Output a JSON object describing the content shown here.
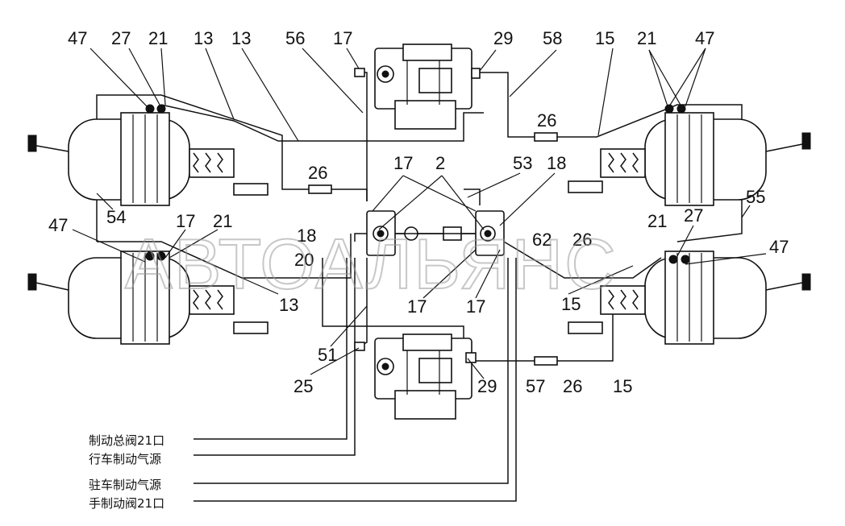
{
  "labels": {
    "tl_47": "47",
    "tl_27": "27",
    "tl_21": "21",
    "tl_13a": "13",
    "tl_13b": "13",
    "top_56": "56",
    "top_17": "17",
    "top_29": "29",
    "top_58": "58",
    "top_15": "15",
    "tr_21": "21",
    "tr_47": "47",
    "mid_26_top": "26",
    "mid_26_left": "26",
    "c_17": "17",
    "c_2": "2",
    "c_53": "53",
    "c_18": "18",
    "r_55": "55",
    "ml_47": "47",
    "ml_54": "54",
    "ml_17": "17",
    "ml_21": "21",
    "ml_18": "18",
    "ml_20": "20",
    "ml_13": "13",
    "mr_62": "62",
    "mr_26": "26",
    "mr_21": "21",
    "mr_27": "27",
    "mr_47": "47",
    "mr_15": "15",
    "c_17_low_a": "17",
    "c_17_low_b": "17",
    "b_51": "51",
    "b_25": "25",
    "b_29": "29",
    "b_57": "57",
    "b_26": "26",
    "b_15": "15"
  },
  "legend": {
    "line1": "制动总阀21口",
    "line2": "行车制动气源",
    "line3": "驻车制动气源",
    "line4": "手制动阀21口"
  },
  "watermark": "АВТОАЛЬЯНС"
}
